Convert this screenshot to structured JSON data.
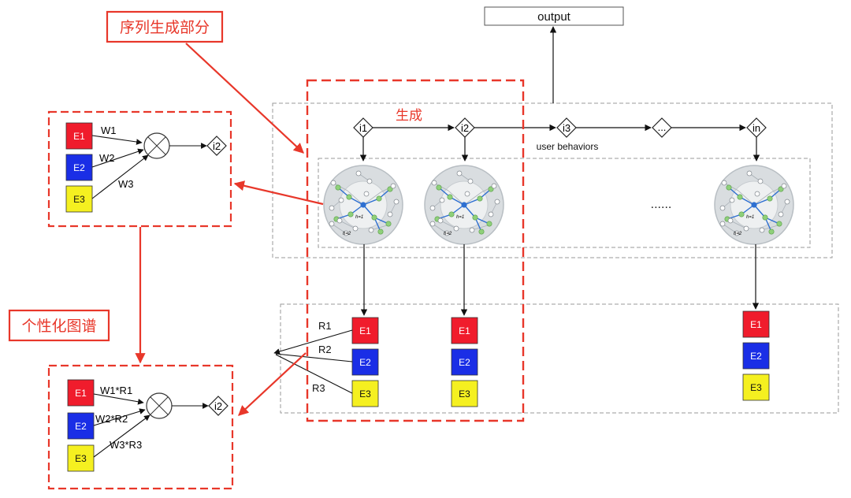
{
  "title_labels": {
    "sequence_generation": "序列生成部分",
    "personalized_graph": "个性化图谱",
    "generate": "生成"
  },
  "output_label": "output",
  "user_behaviors_label": "user behaviors",
  "sequence_nodes": [
    "i1",
    "i2",
    "i3",
    "...",
    "in"
  ],
  "ellipsis": "......",
  "graph_hop_labels": {
    "inner": "h=1",
    "outer": "h=2"
  },
  "entities": [
    "E1",
    "E2",
    "E3"
  ],
  "relations": [
    "R1",
    "R2",
    "R3"
  ],
  "top_box": {
    "weights": [
      "W1",
      "W2",
      "W3"
    ],
    "target": "i2"
  },
  "bottom_box": {
    "weights": [
      "W1*R1",
      "W2*R2",
      "W3*R3"
    ],
    "target": "i2"
  },
  "colors": {
    "annotation_red": "#e8372a",
    "entity_e1": "#f01c2c",
    "entity_e2": "#1a2ee6",
    "entity_e3": "#f5f020",
    "node_green": "#8fd07a",
    "node_blue": "#2d6fd1",
    "dashed_gray": "#9a9a9a"
  }
}
